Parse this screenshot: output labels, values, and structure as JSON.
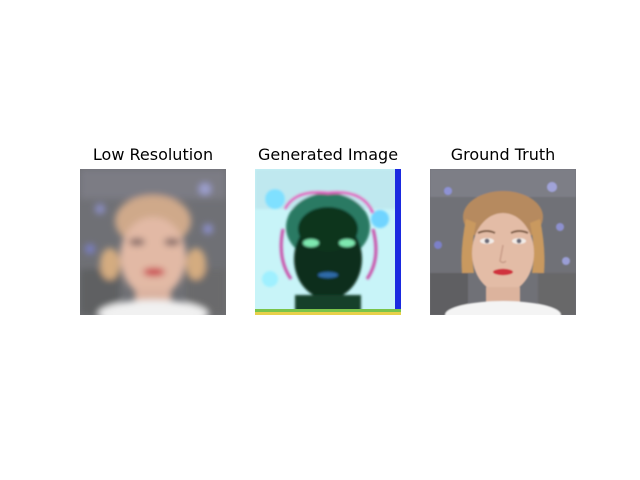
{
  "figure": {
    "panels": [
      {
        "title": "Low Resolution"
      },
      {
        "title": "Generated Image"
      },
      {
        "title": "Ground Truth"
      }
    ]
  }
}
